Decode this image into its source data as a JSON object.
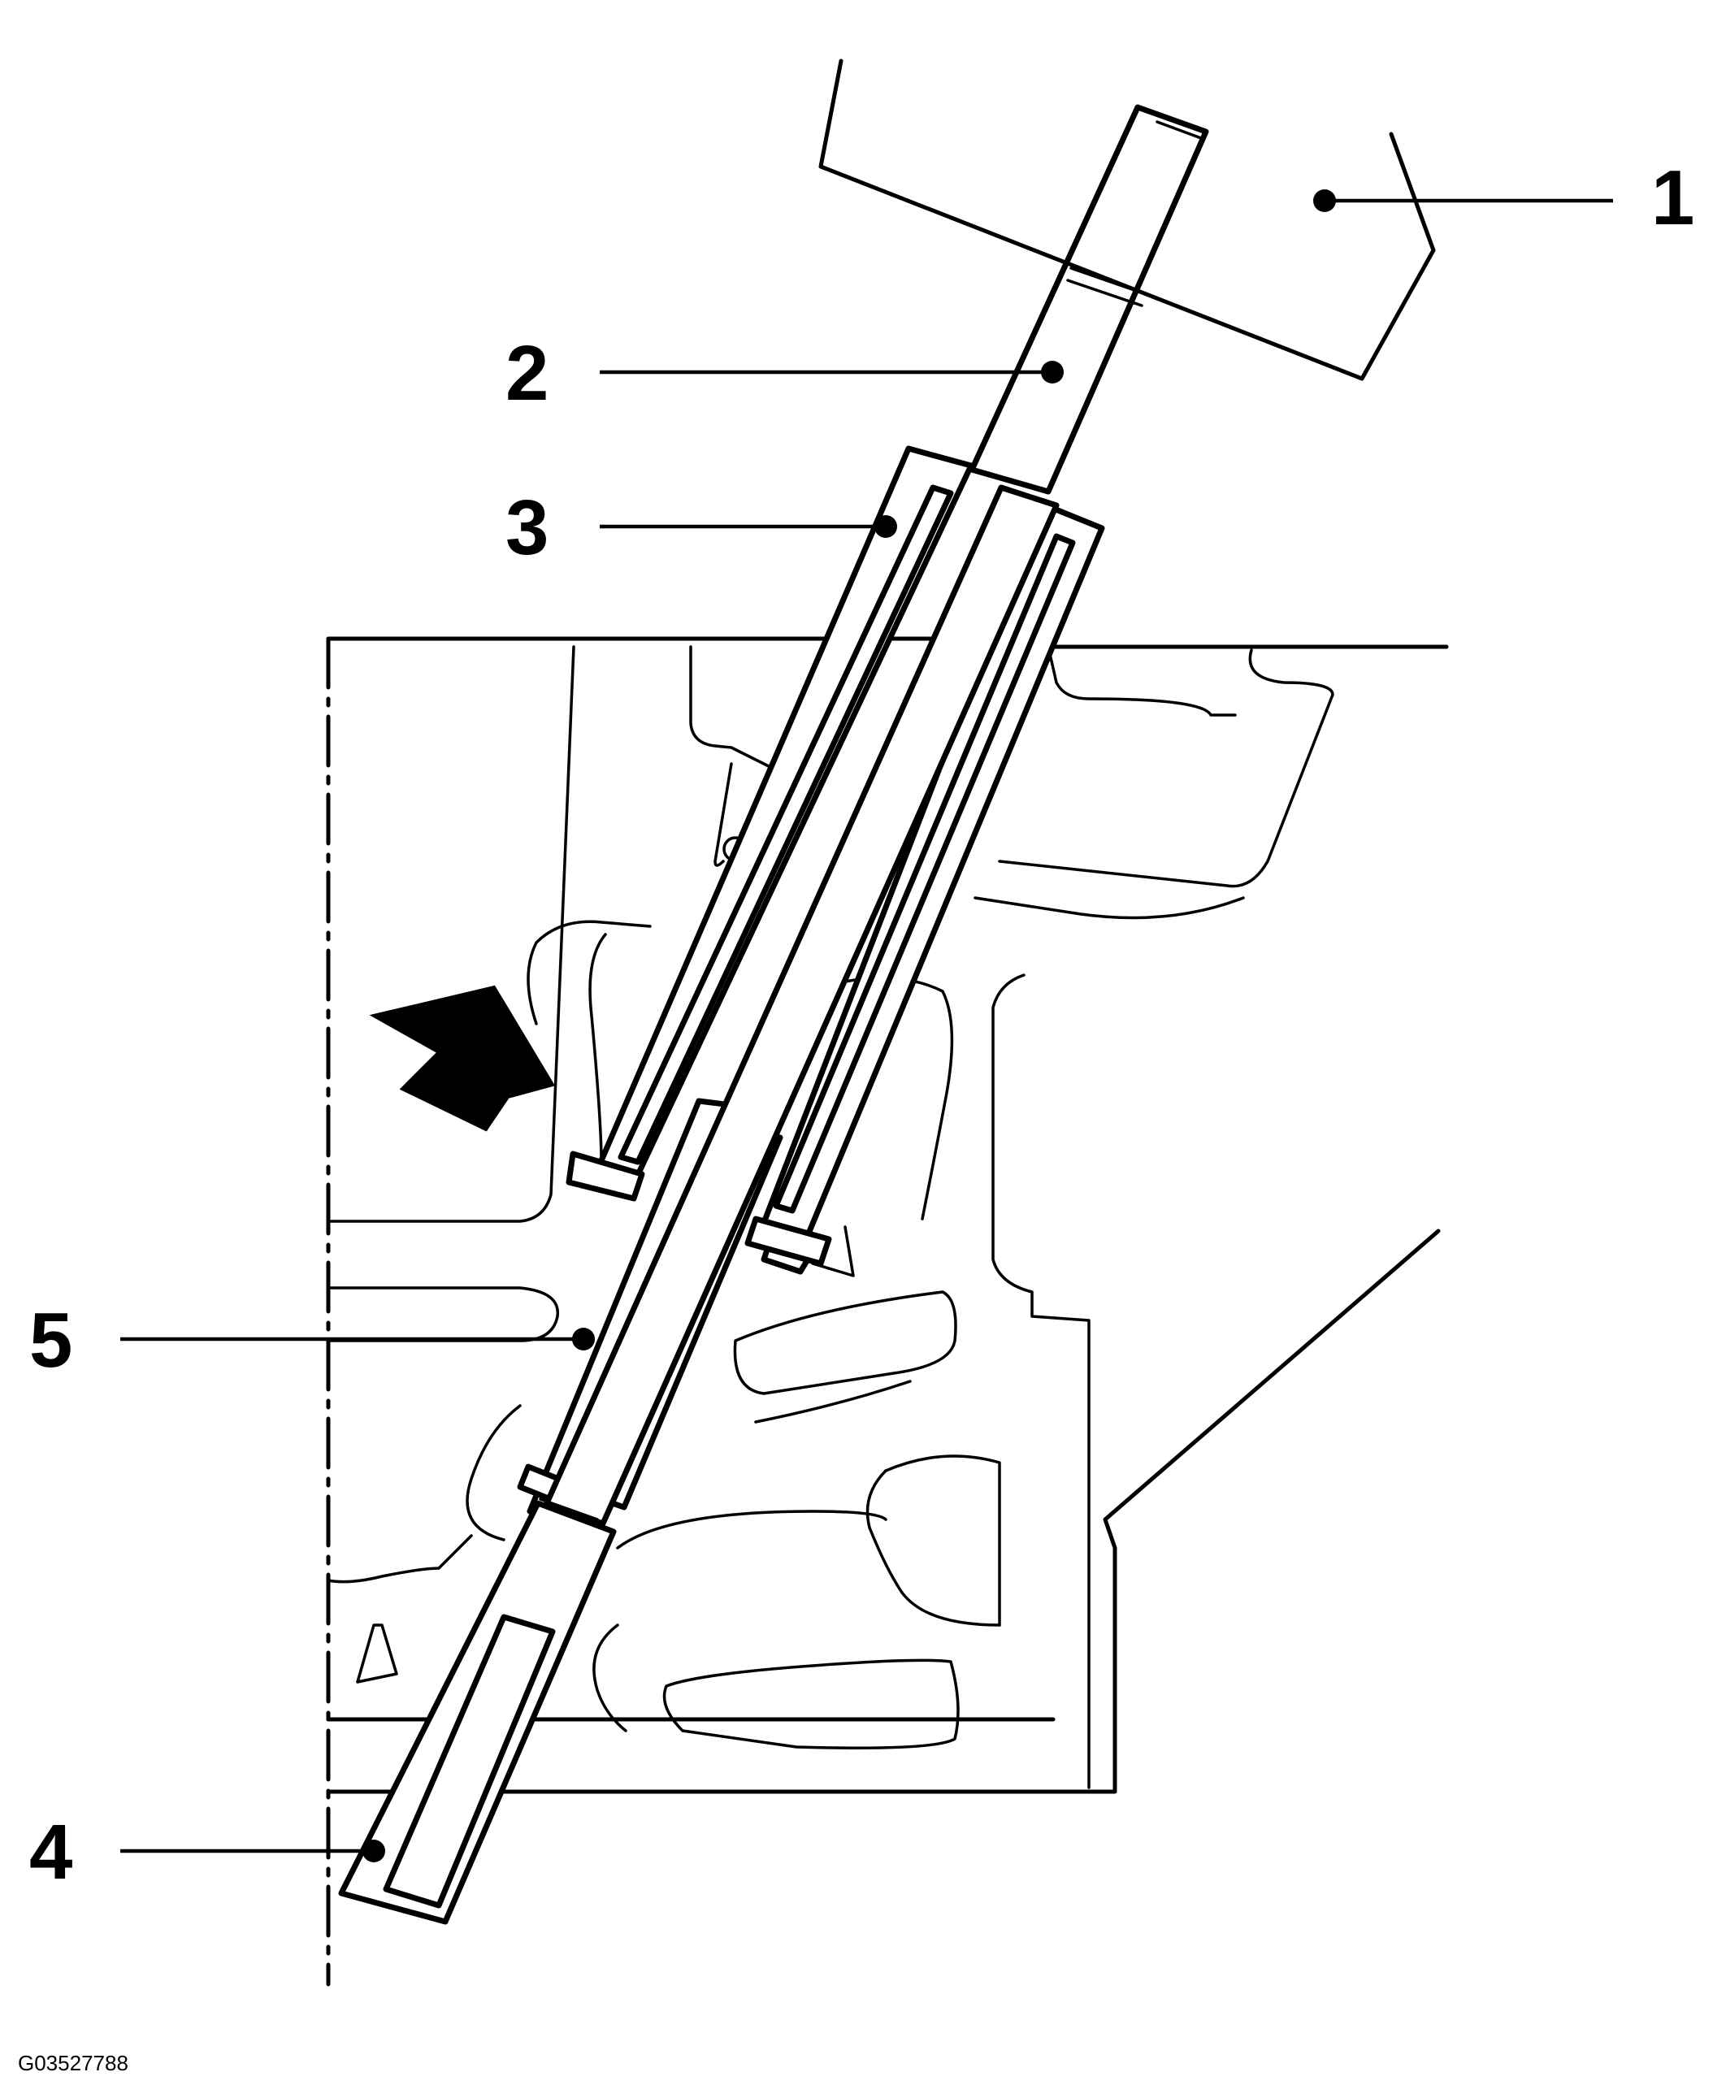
{
  "callouts": [
    {
      "id": "1",
      "label": "1"
    },
    {
      "id": "2",
      "label": "2"
    },
    {
      "id": "3",
      "label": "3"
    },
    {
      "id": "4",
      "label": "4"
    },
    {
      "id": "5",
      "label": "5"
    }
  ],
  "figure_id": "G03527788",
  "colors": {
    "line": "#000000",
    "background": "#ffffff",
    "arrow_fill": "#000000"
  },
  "icons": {
    "direction_arrow": "up-right-arrow-icon"
  }
}
